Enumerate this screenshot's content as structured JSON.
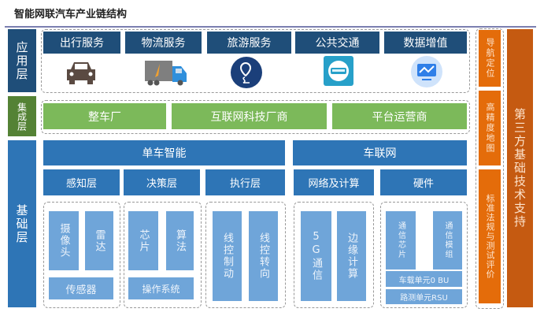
{
  "title": "智能网联汽车产业链结构",
  "layers": {
    "app": "应用层",
    "integration": "集成层",
    "base": "基础层"
  },
  "app_services": [
    {
      "label": "出行服务",
      "icon": "car-icon"
    },
    {
      "label": "物流服务",
      "icon": "truck-icon"
    },
    {
      "label": "旅游服务",
      "icon": "map-route-icon"
    },
    {
      "label": "公共交通",
      "icon": "bus-icon"
    },
    {
      "label": "数据增值",
      "icon": "monitor-chart-icon"
    }
  ],
  "integration": [
    "整车厂",
    "互联网科技厂商",
    "平台运营商"
  ],
  "base": {
    "vehicle": "单车智能",
    "network": "车联网",
    "subs": [
      "感知层",
      "决策层",
      "执行层",
      "网络及计算",
      "硬件"
    ],
    "perception": {
      "a": "摄像头",
      "b": "雷达",
      "c": "传感器"
    },
    "decision": {
      "a": "芯片",
      "b": "算法",
      "c": "操作系统"
    },
    "execution": {
      "a": "线控制动",
      "b": "线控转向"
    },
    "computing": {
      "a": "5G通信",
      "b": "边缘计算"
    },
    "hardware": {
      "a": "通信芯片",
      "b": "通信模组",
      "c": "车载单元0 BU",
      "d": "路测单元RSU"
    }
  },
  "support": [
    "导航定位",
    "高精度地图",
    "标准法规与测试评价"
  ],
  "third_party": "第三方基础技术支持"
}
